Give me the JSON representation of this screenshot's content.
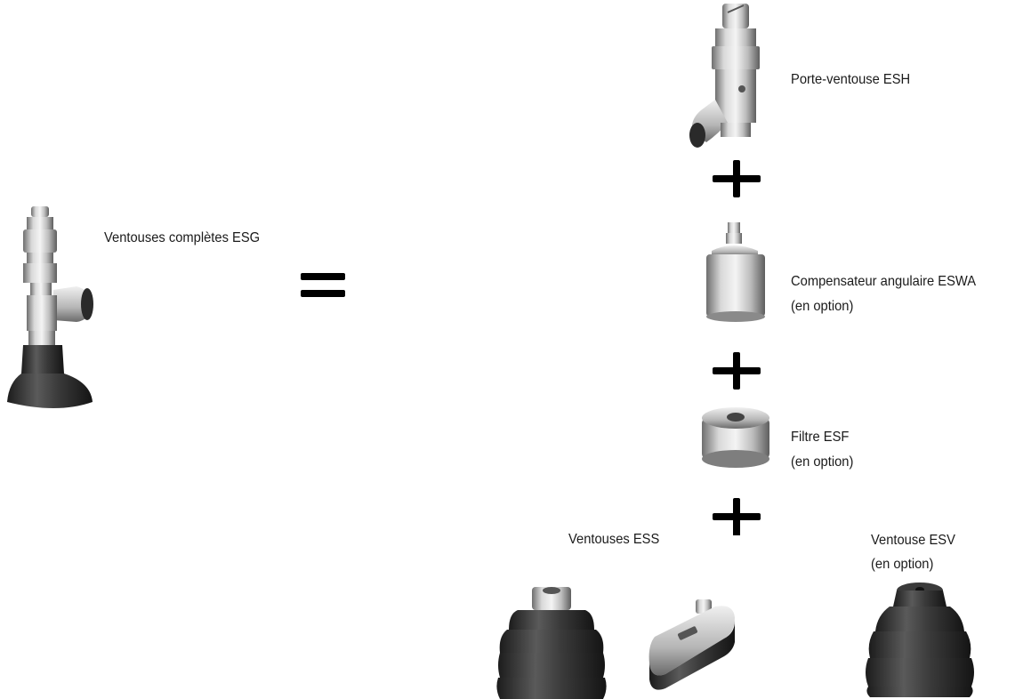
{
  "labels": {
    "esg": "Ventouses complètes ESG",
    "esh": "Porte-ventouse ESH",
    "eswa_line1": "Compensateur angulaire ESWA",
    "eswa_line2": "(en option)",
    "esf_line1": "Filtre ESF",
    "esf_line2": "(en option)",
    "ess": "Ventouses ESS",
    "esv_line1": "Ventouse ESV",
    "esv_line2": "(en option)"
  },
  "colors": {
    "symbol": "#000000",
    "metal_light": "#e6e6e6",
    "metal_dark": "#7a7a7a",
    "rubber": "#2b2b2b"
  },
  "icons": {
    "equals": "equals-sign",
    "plus": "plus-sign"
  }
}
